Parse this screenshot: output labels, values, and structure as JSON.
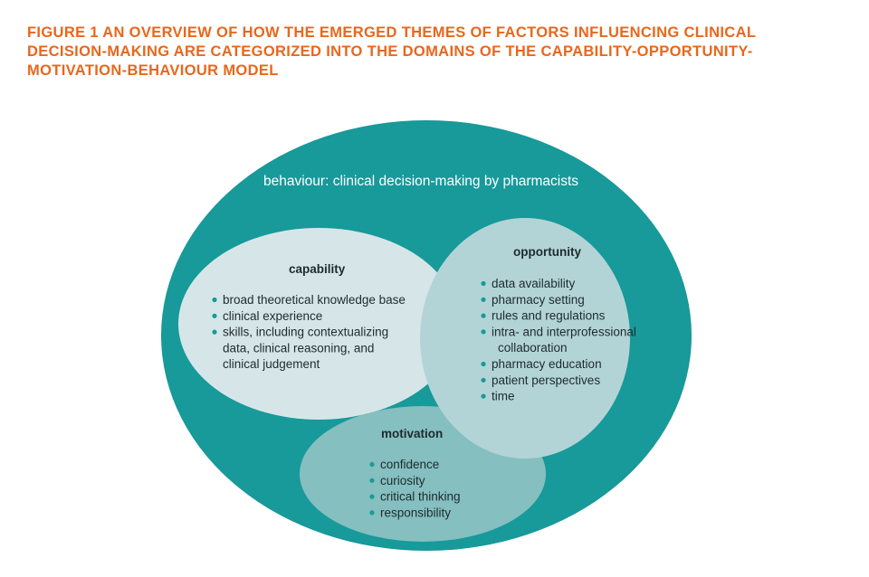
{
  "title_lines": [
    "FIGURE 1 AN OVERVIEW OF HOW THE EMERGED THEMES OF FACTORS INFLUENCING CLINICAL",
    "DECISION-MAKING ARE CATEGORIZED INTO THE DOMAINS OF THE CAPABILITY-OPPORTUNITY-",
    "MOTIVATION-BEHAVIOUR MODEL"
  ],
  "colors": {
    "title": "#e8671c",
    "behaviour_fill": "#18999a",
    "capability_fill": "#d6e6e8",
    "opportunity_fill": "#b3d4d6",
    "motivation_fill": "#85bfc0",
    "bullet": "#1a9a98",
    "text_dark": "#1e2a30"
  },
  "behaviour": {
    "label": "behaviour: clinical decision-making by pharmacists"
  },
  "capability": {
    "heading": "capability",
    "items": [
      [
        "broad theoretical knowledge base"
      ],
      [
        "clinical experience"
      ],
      [
        "skills, including contextualizing",
        "data, clinical reasoning, and",
        "clinical judgement"
      ]
    ]
  },
  "opportunity": {
    "heading": "opportunity",
    "items": [
      [
        "data availability"
      ],
      [
        "pharmacy setting"
      ],
      [
        "rules and regulations"
      ],
      [
        "intra- and interprofessional",
        "collaboration"
      ],
      [
        "pharmacy education"
      ],
      [
        "patient perspectives"
      ],
      [
        "time"
      ]
    ]
  },
  "motivation": {
    "heading": "motivation",
    "items": [
      [
        "confidence"
      ],
      [
        "curiosity"
      ],
      [
        "critical thinking"
      ],
      [
        "responsibility"
      ]
    ]
  }
}
